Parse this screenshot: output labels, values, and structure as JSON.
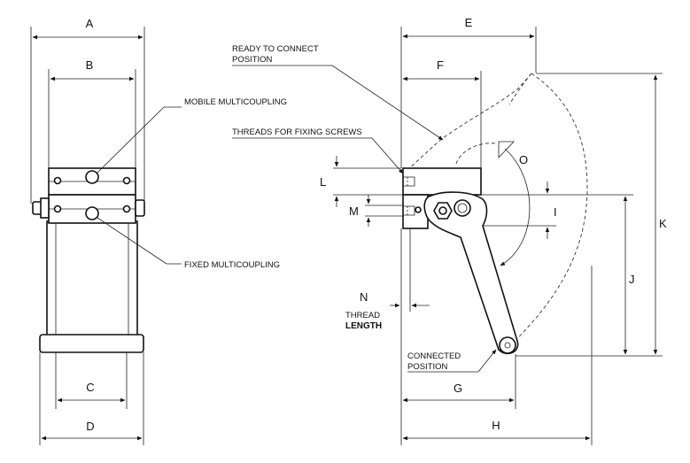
{
  "dimensions": {
    "A": "A",
    "B": "B",
    "C": "C",
    "D": "D",
    "E": "E",
    "F": "F",
    "G": "G",
    "H": "H",
    "I": "I",
    "J": "J",
    "K": "K",
    "L": "L",
    "M": "M",
    "N": "N",
    "O": "O"
  },
  "callouts": {
    "mobile_multicoupling": "MOBILE MULTICOUPLING",
    "fixed_multicoupling": "FIXED MULTICOUPLING",
    "ready_line1": "READY TO CONNECT",
    "ready_line2": "POSITION",
    "threads_fixing_screws": "THREADS FOR FIXING SCREWS",
    "thread_line1": "THREAD",
    "thread_line2": "LENGTH",
    "connected_line1": "CONNECTED",
    "connected_line2": "POSITION"
  }
}
